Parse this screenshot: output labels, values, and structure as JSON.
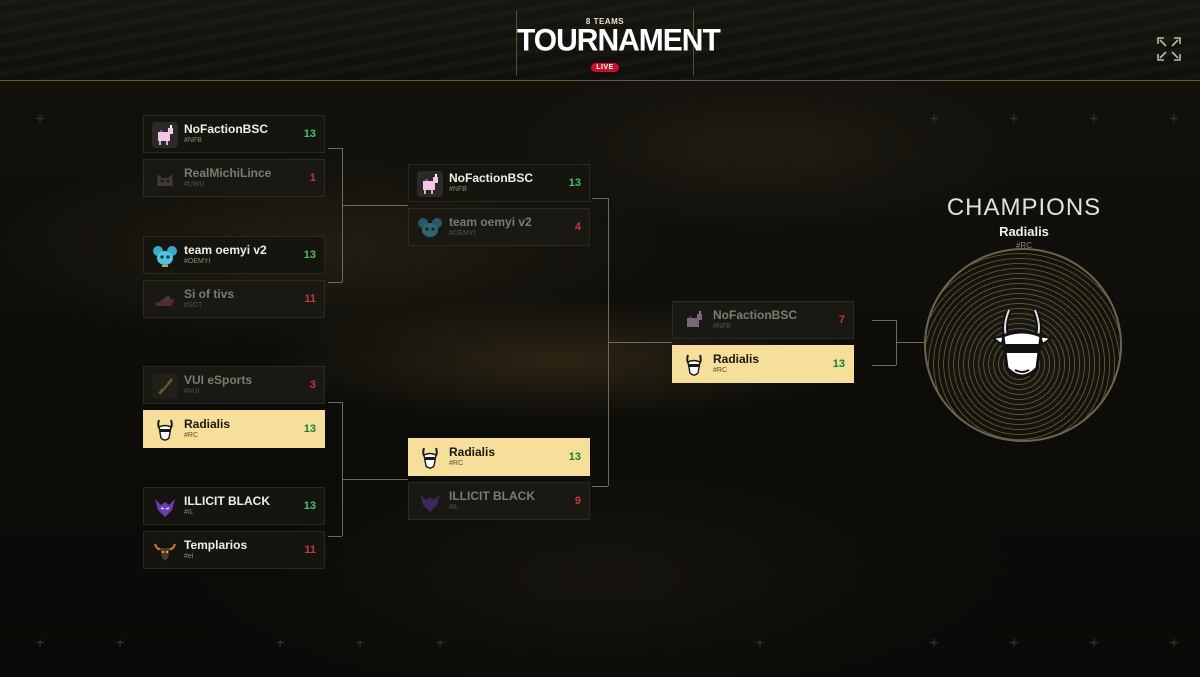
{
  "header": {
    "subtitle": "8 TEAMS",
    "title": "TOURNAMENT",
    "live_badge": "LIVE"
  },
  "champion": {
    "heading": "CHAMPIONS",
    "name": "Radialis",
    "tag": "#RC"
  },
  "bracket": {
    "quarterfinals": [
      {
        "top": {
          "name": "NoFactionBSC",
          "tag": "#NFB",
          "score": "13"
        },
        "bottom": {
          "name": "RealMichiLince",
          "tag": "#UWU",
          "score": "1"
        }
      },
      {
        "top": {
          "name": "team oemyi v2",
          "tag": "#OEMYI",
          "score": "13"
        },
        "bottom": {
          "name": "Si of tivs",
          "tag": "#SOT",
          "score": "11"
        }
      },
      {
        "top": {
          "name": "VUI eSports",
          "tag": "#VUI",
          "score": "3"
        },
        "bottom": {
          "name": "Radialis",
          "tag": "#RC",
          "score": "13"
        }
      },
      {
        "top": {
          "name": "ILLICIT BLACK",
          "tag": "#IL",
          "score": "13"
        },
        "bottom": {
          "name": "Templarios",
          "tag": "#ei",
          "score": "11"
        }
      }
    ],
    "semifinals": [
      {
        "top": {
          "name": "NoFactionBSC",
          "tag": "#NFB",
          "score": "13"
        },
        "bottom": {
          "name": "team oemyi v2",
          "tag": "#OEMYI",
          "score": "4"
        }
      },
      {
        "top": {
          "name": "Radialis",
          "tag": "#RC",
          "score": "13"
        },
        "bottom": {
          "name": "ILLICIT BLACK",
          "tag": "#IL",
          "score": "9"
        }
      }
    ],
    "final": {
      "top": {
        "name": "NoFactionBSC",
        "tag": "#NFB",
        "score": "7"
      },
      "bottom": {
        "name": "Radialis",
        "tag": "#RC",
        "score": "13"
      }
    }
  },
  "icons": {
    "NoFactionBSC": "unicorn-icon",
    "RealMichiLince": "cat-icon",
    "team oemyi v2": "mouse-icon",
    "Si of tivs": "ship-icon",
    "VUI eSports": "sword-icon",
    "Radialis": "goat-icon",
    "ILLICIT BLACK": "wolf-icon",
    "Templarios": "bull-icon"
  },
  "colors": {
    "accent_gold": "#f6df9a",
    "win_score": "#45c26a",
    "lose_score": "#c33a3a",
    "live_red": "#c4122b"
  }
}
